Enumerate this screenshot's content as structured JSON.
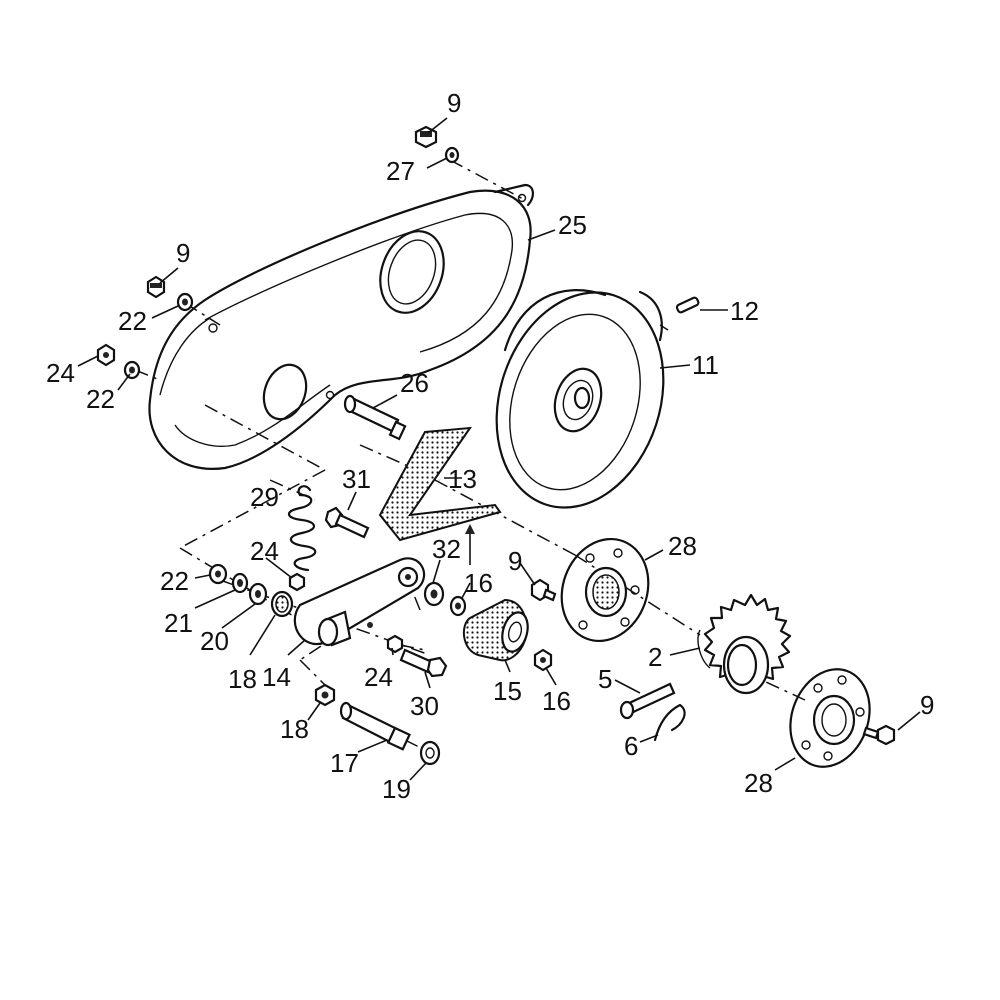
{
  "callouts": {
    "c9a": "9",
    "c27": "27",
    "c25": "25",
    "c9b": "9",
    "c22a": "22",
    "c24a": "24",
    "c22b": "22",
    "c26": "26",
    "c12": "12",
    "c11": "11",
    "c13": "13",
    "c31": "31",
    "c29": "29",
    "c24b": "24",
    "c22c": "22",
    "c21": "21",
    "c20": "20",
    "c18a": "18",
    "c14": "14",
    "c32": "32",
    "c16a": "16",
    "c9c": "9",
    "c28a": "28",
    "c2": "2",
    "c24c": "24",
    "c30": "30",
    "c15": "15",
    "c16b": "16",
    "c5": "5",
    "c6": "6",
    "c18b": "18",
    "c17": "17",
    "c19": "19",
    "c28b": "28",
    "c9d": "9"
  }
}
